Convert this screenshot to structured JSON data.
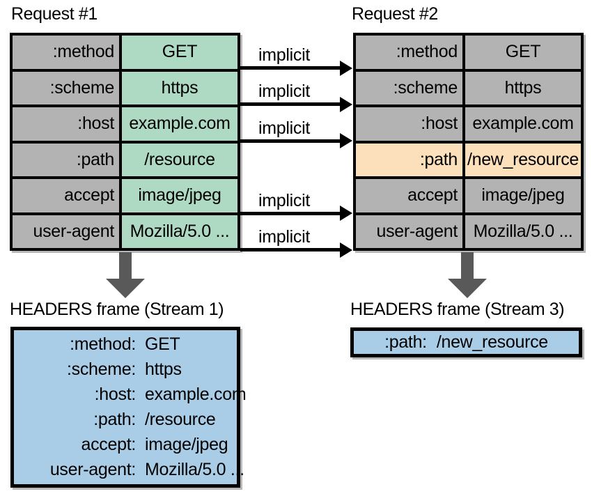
{
  "diagram": {
    "title_request_1": "Request #1",
    "title_request_2": "Request #2",
    "title_frame_1": "HEADERS frame (Stream 1)",
    "title_frame_2": "HEADERS frame (Stream 3)",
    "implicit_label": "implicit",
    "colors": {
      "header_name_fill": "#b3b3b3",
      "request1_value_fill": "#aedac3",
      "changed_row_fill": "#fce0bc",
      "frame_fill": "#aacde7",
      "stroke": "#000000",
      "arrow_fill": "#595959"
    }
  },
  "request1": {
    "rows": [
      {
        "name": ":method",
        "value": "GET",
        "name_fill": "grey",
        "value_fill": "green",
        "implicit": true
      },
      {
        "name": ":scheme",
        "value": "https",
        "name_fill": "grey",
        "value_fill": "green",
        "implicit": true
      },
      {
        "name": ":host",
        "value": "example.com",
        "name_fill": "grey",
        "value_fill": "green",
        "implicit": true
      },
      {
        "name": ":path",
        "value": "/resource",
        "name_fill": "grey",
        "value_fill": "green",
        "implicit": false
      },
      {
        "name": "accept",
        "value": "image/jpeg",
        "name_fill": "grey",
        "value_fill": "green",
        "implicit": true
      },
      {
        "name": "user-agent",
        "value": "Mozilla/5.0 ...",
        "name_fill": "grey",
        "value_fill": "green",
        "implicit": true
      }
    ]
  },
  "request2": {
    "rows": [
      {
        "name": ":method",
        "value": "GET",
        "name_fill": "grey",
        "value_fill": "grey"
      },
      {
        "name": ":scheme",
        "value": "https",
        "name_fill": "grey",
        "value_fill": "grey"
      },
      {
        "name": ":host",
        "value": "example.com",
        "name_fill": "grey",
        "value_fill": "grey"
      },
      {
        "name": ":path",
        "value": "/new_resource",
        "name_fill": "orange",
        "value_fill": "orange"
      },
      {
        "name": "accept",
        "value": "image/jpeg",
        "name_fill": "grey",
        "value_fill": "grey"
      },
      {
        "name": "user-agent",
        "value": "Mozilla/5.0 ...",
        "name_fill": "grey",
        "value_fill": "grey"
      }
    ]
  },
  "frame1": {
    "lines": [
      {
        "name": ":method:",
        "value": "GET"
      },
      {
        "name": ":scheme:",
        "value": "https"
      },
      {
        "name": ":host:",
        "value": "example.com"
      },
      {
        "name": ":path:",
        "value": "/resource"
      },
      {
        "name": "accept:",
        "value": "image/jpeg"
      },
      {
        "name": "user-agent:",
        "value": "Mozilla/5.0 ..."
      }
    ]
  },
  "frame2": {
    "lines": [
      {
        "name": ":path:",
        "value": "/new_resource"
      }
    ]
  },
  "arrows": {
    "implicit_rows": [
      0,
      1,
      2,
      4,
      5
    ],
    "down_arrow_1_label": "flow-down-request1-to-frame1",
    "down_arrow_2_label": "flow-down-request2-to-frame2"
  }
}
